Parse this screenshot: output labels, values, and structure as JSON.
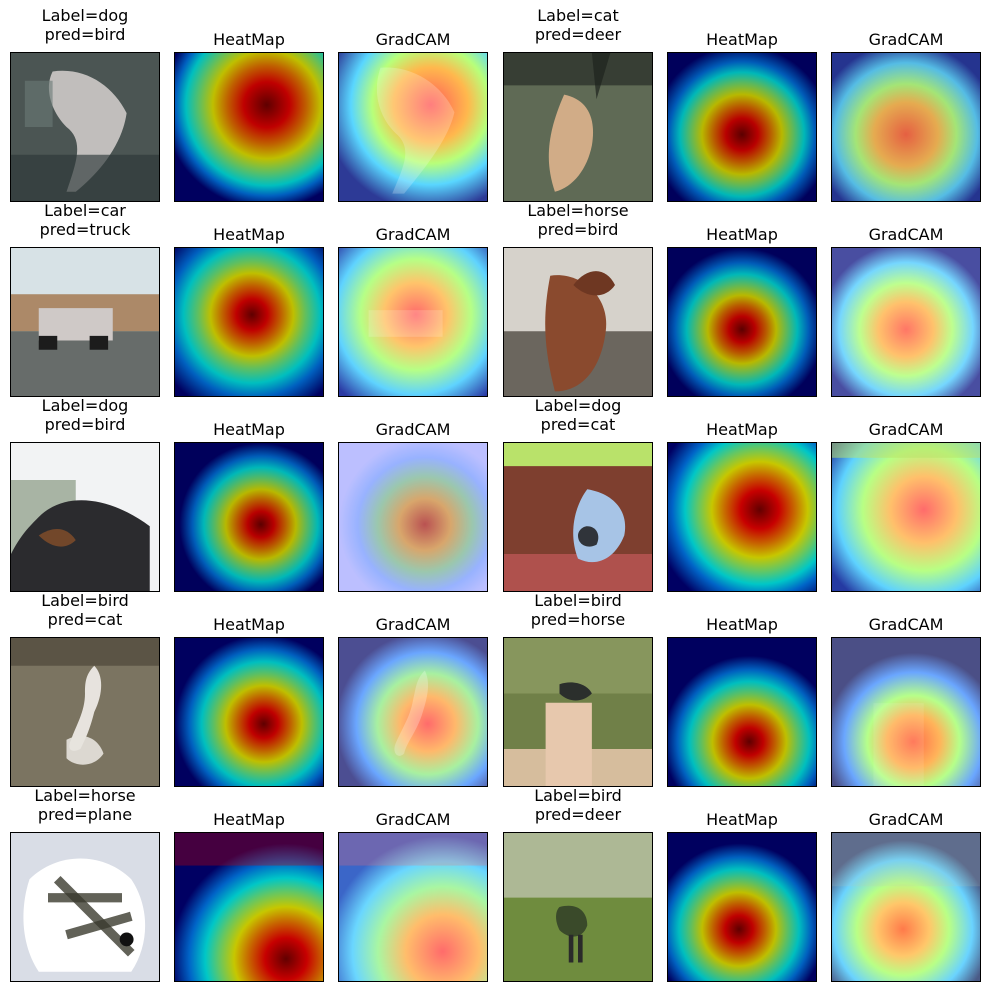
{
  "figure": {
    "rows": [
      [
        {
          "kind": "image",
          "title": "Label=dog\npred=bird",
          "label": "dog",
          "pred": "bird",
          "palette": [
            "#5b6a66",
            "#c7c4c2",
            "#2d3837"
          ]
        },
        {
          "kind": "heatmap",
          "title": "HeatMap"
        },
        {
          "kind": "gradcam",
          "title": "GradCAM"
        },
        {
          "kind": "image",
          "title": "Label=cat\npred=deer",
          "label": "cat",
          "pred": "deer",
          "palette": [
            "#5f6a55",
            "#d7b08a",
            "#1e241e"
          ]
        },
        {
          "kind": "heatmap",
          "title": "HeatMap"
        },
        {
          "kind": "gradcam",
          "title": "GradCAM"
        }
      ],
      [
        {
          "kind": "image",
          "title": "Label=car\npred=truck",
          "label": "car",
          "pred": "truck",
          "palette": [
            "#b8c2b3",
            "#cfc9c7",
            "#676c6a"
          ]
        },
        {
          "kind": "heatmap",
          "title": "HeatMap"
        },
        {
          "kind": "gradcam",
          "title": "GradCAM"
        },
        {
          "kind": "image",
          "title": "Label=horse\npred=bird",
          "label": "horse",
          "pred": "bird",
          "palette": [
            "#d6d2cb",
            "#8a4a2e",
            "#5f5a52"
          ]
        },
        {
          "kind": "heatmap",
          "title": "HeatMap"
        },
        {
          "kind": "gradcam",
          "title": "GradCAM"
        }
      ],
      [
        {
          "kind": "image",
          "title": "Label=dog\npred=bird",
          "label": "dog",
          "pred": "bird",
          "palette": [
            "#f2f3f4",
            "#2b2b2e",
            "#6b7f62"
          ]
        },
        {
          "kind": "heatmap",
          "title": "HeatMap"
        },
        {
          "kind": "gradcam",
          "title": "GradCAM"
        },
        {
          "kind": "image",
          "title": "Label=dog\npred=cat",
          "label": "dog",
          "pred": "cat",
          "palette": [
            "#7e3f2f",
            "#a7c4e6",
            "#b9e26a"
          ]
        },
        {
          "kind": "heatmap",
          "title": "HeatMap"
        },
        {
          "kind": "gradcam",
          "title": "GradCAM"
        }
      ],
      [
        {
          "kind": "image",
          "title": "Label=bird\npred=cat",
          "label": "bird",
          "pred": "cat",
          "palette": [
            "#7b7461",
            "#e7e3de",
            "#4a4335"
          ]
        },
        {
          "kind": "heatmap",
          "title": "HeatMap"
        },
        {
          "kind": "gradcam",
          "title": "GradCAM"
        },
        {
          "kind": "image",
          "title": "Label=bird\npred=horse",
          "label": "bird",
          "pred": "horse",
          "palette": [
            "#708048",
            "#e7c8ad",
            "#2b2f2c"
          ]
        },
        {
          "kind": "heatmap",
          "title": "HeatMap"
        },
        {
          "kind": "gradcam",
          "title": "GradCAM"
        }
      ],
      [
        {
          "kind": "image",
          "title": "Label=horse\npred=plane",
          "label": "horse",
          "pred": "plane",
          "palette": [
            "#d9dde6",
            "#ffffff",
            "#3b3b2f"
          ]
        },
        {
          "kind": "heatmap",
          "title": "HeatMap"
        },
        {
          "kind": "gradcam",
          "title": "GradCAM"
        },
        {
          "kind": "image",
          "title": "Label=bird\npred=deer",
          "label": "bird",
          "pred": "deer",
          "palette": [
            "#6f8c3e",
            "#c2c7b3",
            "#3a4a2a"
          ]
        },
        {
          "kind": "heatmap",
          "title": "HeatMap"
        },
        {
          "kind": "gradcam",
          "title": "GradCAM"
        }
      ]
    ],
    "colormap": [
      "#00007f",
      "#0000ff",
      "#0080ff",
      "#00ffff",
      "#80ff80",
      "#ffff00",
      "#ff8000",
      "#ff0000",
      "#7f0000"
    ]
  }
}
